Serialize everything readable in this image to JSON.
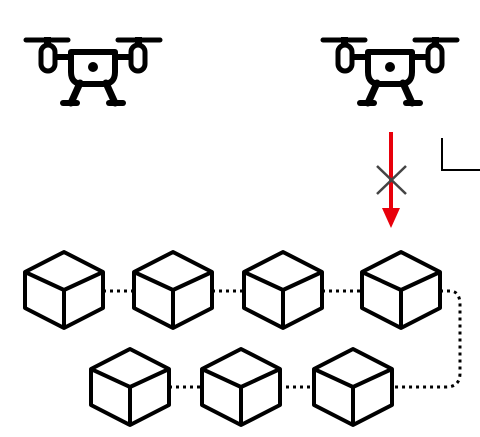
{
  "colors": {
    "background": "#ffffff",
    "stroke": "#000000",
    "arrow": "#e8000b",
    "cross": "#444444"
  },
  "icons": {
    "drone": "drone-icon",
    "block": "cube-icon",
    "cross": "cross-icon",
    "arrow": "down-arrow-icon"
  },
  "drones": [
    {
      "id": "drone-left"
    },
    {
      "id": "drone-right"
    }
  ],
  "blocks": [
    {
      "id": "block-1"
    },
    {
      "id": "block-2"
    },
    {
      "id": "block-3"
    },
    {
      "id": "block-4"
    },
    {
      "id": "block-5"
    },
    {
      "id": "block-6"
    },
    {
      "id": "block-7"
    }
  ],
  "links": [
    {
      "from": "block-1",
      "to": "block-2"
    },
    {
      "from": "block-2",
      "to": "block-3"
    },
    {
      "from": "block-3",
      "to": "block-4"
    },
    {
      "from": "block-4",
      "to": "block-7"
    },
    {
      "from": "block-7",
      "to": "block-6"
    },
    {
      "from": "block-6",
      "to": "block-5"
    }
  ]
}
